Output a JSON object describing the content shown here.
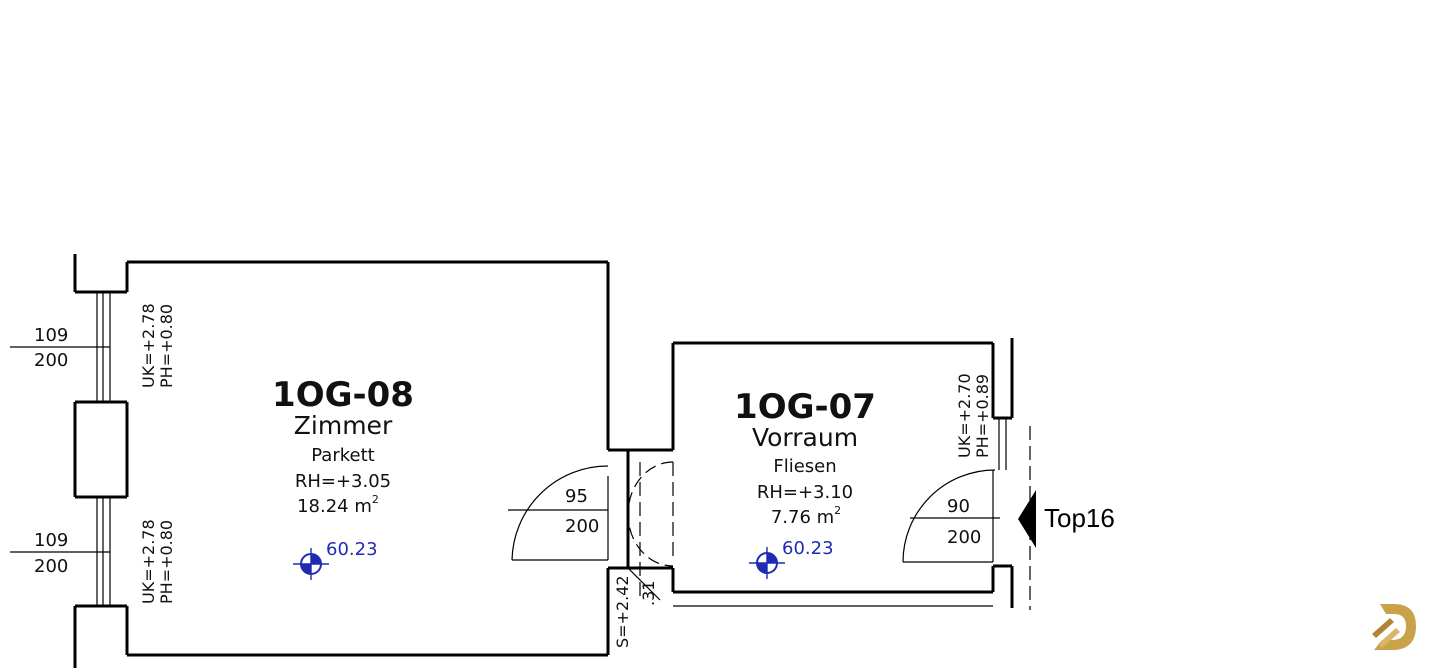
{
  "rooms": [
    {
      "id": "1OG-08",
      "name": "Zimmer",
      "floor": "Parkett",
      "height": "RH=+3.05",
      "area": "18.24 m",
      "area_exp": "2",
      "level": "60.23"
    },
    {
      "id": "1OG-07",
      "name": "Vorraum",
      "floor": "Fliesen",
      "height": "RH=+3.10",
      "area": "7.76 m",
      "area_exp": "2",
      "level": "60.23"
    }
  ],
  "windows": [
    {
      "width": "109",
      "height": "200",
      "uk": "UK=+2.78",
      "ph": "PH=+0.80"
    },
    {
      "width": "109",
      "height": "200",
      "uk": "UK=+2.78",
      "ph": "PH=+0.80"
    },
    {
      "uk": "UK=+2.70",
      "ph": "PH=+0.89"
    }
  ],
  "doors": [
    {
      "width": "95",
      "height": "200"
    },
    {
      "width": "90",
      "height": "200"
    }
  ],
  "fragments": {
    "a": "S=+2.42",
    "b": ".31"
  },
  "entrance_tag": "Top16",
  "colors": {
    "line": "#000000",
    "level": "#1f2bb0",
    "logo": "#c9a24a"
  }
}
